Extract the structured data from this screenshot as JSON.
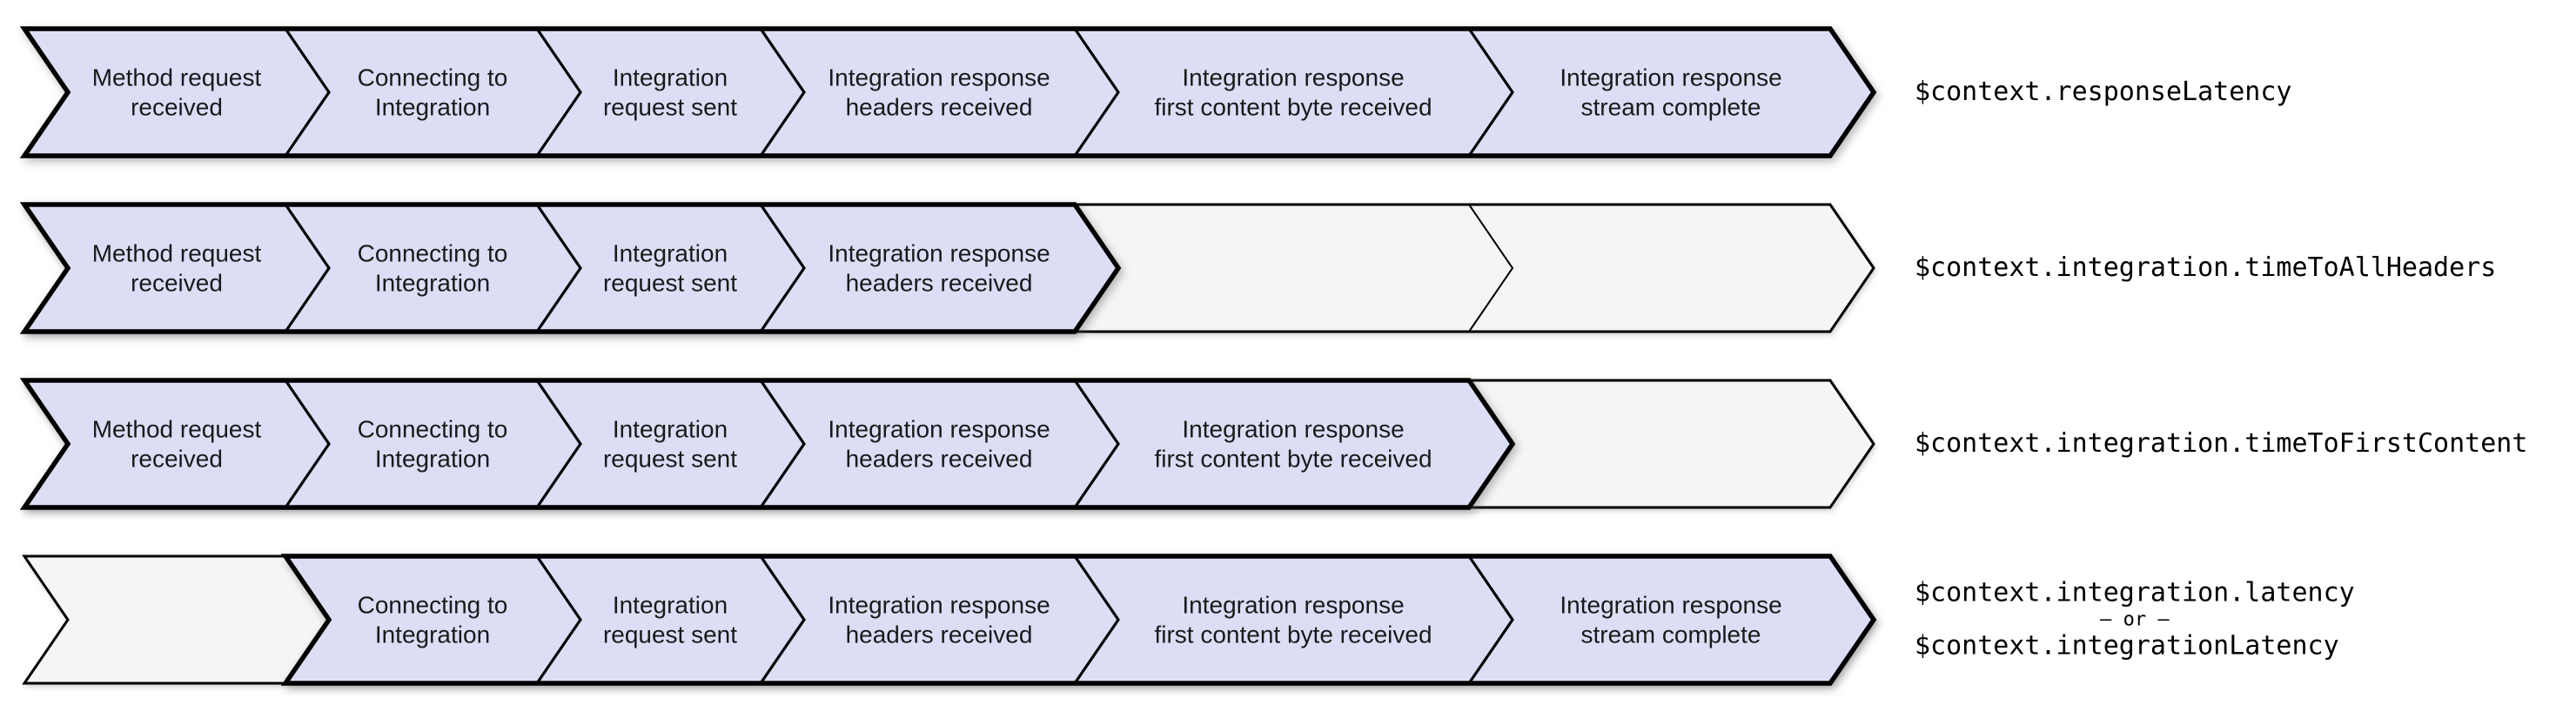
{
  "diagram": {
    "colors": {
      "stage_fill": "#dcdef6",
      "inactive_fill": "#f5f5f5",
      "border": "#000000",
      "stage_text": "#1a1a1a",
      "metric_text": "#000000"
    },
    "rows": [
      {
        "metric": "$context.responseLatency",
        "stages": [
          {
            "line1": "Method request",
            "line2": "received"
          },
          {
            "line1": "Connecting to",
            "line2": "Integration"
          },
          {
            "line1": "Integration",
            "line2": "request sent"
          },
          {
            "line1": "Integration response",
            "line2": "headers received"
          },
          {
            "line1": "Integration response",
            "line2": "first content byte received"
          },
          {
            "line1": "Integration response",
            "line2": "stream complete"
          }
        ]
      },
      {
        "metric": "$context.integration.timeToAllHeaders",
        "stages": [
          {
            "line1": "Method request",
            "line2": "received"
          },
          {
            "line1": "Connecting to",
            "line2": "Integration"
          },
          {
            "line1": "Integration",
            "line2": "request sent"
          },
          {
            "line1": "Integration response",
            "line2": "headers received"
          }
        ]
      },
      {
        "metric": "$context.integration.timeToFirstContent",
        "stages": [
          {
            "line1": "Method request",
            "line2": "received"
          },
          {
            "line1": "Connecting to",
            "line2": "Integration"
          },
          {
            "line1": "Integration",
            "line2": "request sent"
          },
          {
            "line1": "Integration response",
            "line2": "headers received"
          },
          {
            "line1": "Integration response",
            "line2": "first content byte received"
          }
        ]
      },
      {
        "metric_lines": {
          "first": "$context.integration.latency",
          "separator": "– or –",
          "second": "$context.integrationLatency"
        },
        "stages": [
          {
            "line1": "Connecting to",
            "line2": "Integration"
          },
          {
            "line1": "Integration",
            "line2": "request sent"
          },
          {
            "line1": "Integration response",
            "line2": "headers received"
          },
          {
            "line1": "Integration response",
            "line2": "first content byte received"
          },
          {
            "line1": "Integration response",
            "line2": "stream complete"
          }
        ]
      }
    ]
  }
}
